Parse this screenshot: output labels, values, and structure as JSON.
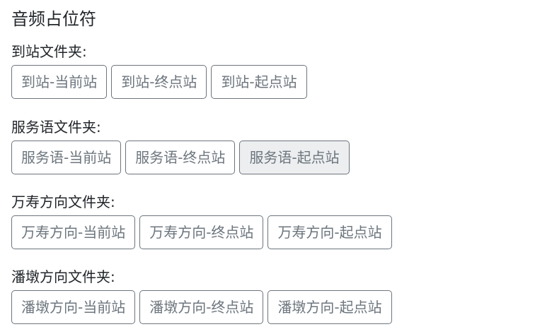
{
  "page": {
    "title": "音频占位符"
  },
  "groups": [
    {
      "label": "到站文件夹:",
      "buttons": [
        {
          "label": "到站-当前站",
          "active": false
        },
        {
          "label": "到站-终点站",
          "active": false
        },
        {
          "label": "到站-起点站",
          "active": false
        }
      ]
    },
    {
      "label": "服务语文件夹:",
      "buttons": [
        {
          "label": "服务语-当前站",
          "active": false
        },
        {
          "label": "服务语-终点站",
          "active": false
        },
        {
          "label": "服务语-起点站",
          "active": true
        }
      ]
    },
    {
      "label": "万寿方向文件夹:",
      "buttons": [
        {
          "label": "万寿方向-当前站",
          "active": false
        },
        {
          "label": "万寿方向-终点站",
          "active": false
        },
        {
          "label": "万寿方向-起点站",
          "active": false
        }
      ]
    },
    {
      "label": "潘墩方向文件夹:",
      "buttons": [
        {
          "label": "潘墩方向-当前站",
          "active": false
        },
        {
          "label": "潘墩方向-终点站",
          "active": false
        },
        {
          "label": "潘墩方向-起点站",
          "active": false
        }
      ]
    }
  ],
  "colors": {
    "button_border": "#6c757d",
    "button_text": "#6c757d",
    "button_active_bg": "#eceef0",
    "heading_text": "#212529"
  }
}
